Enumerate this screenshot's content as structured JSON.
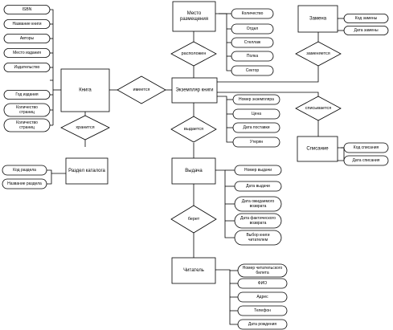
{
  "entities": {
    "kniga": "Книга",
    "mesto": [
      "Место",
      "размещения"
    ],
    "ekzemplyar": "Экземпляр книги",
    "zamena": "Замена",
    "razdel": "Раздел каталога",
    "spisanie": "Списание",
    "vydacha": "Выдача",
    "chitatel": "Читатель"
  },
  "relationships": {
    "imeetsya": "имеется",
    "hranitsya": "хранится",
    "raspolozhen": "расположен",
    "zamenyaetsya": "заменяется",
    "vydaetsya": "выдается",
    "spisyvaetsya": "списывается",
    "beret": "берет"
  },
  "attributes": {
    "kniga": [
      "ISBN",
      "Название книги",
      "Авторы",
      "Место издания",
      "Издательство",
      "Год издания",
      [
        "Количество",
        "страниц"
      ],
      [
        "Количество",
        "страниц"
      ]
    ],
    "mesto": [
      "Количество",
      "Отдел",
      "Стеллаж",
      "Полка",
      "Сектор"
    ],
    "zamena": [
      "Код замены",
      "Дата замены"
    ],
    "ekzemplyar": [
      "Номер экземпляра",
      "Цена",
      "Дата поставки",
      "Утерян"
    ],
    "razdel": [
      "Код раздела",
      "Название раздела"
    ],
    "spisanie": [
      "Код списания",
      "Дата списания"
    ],
    "vydacha": [
      "Номер выдачи",
      "Дата выдачи",
      [
        "Дата ожидаемого",
        "возврата"
      ],
      [
        "Дата фактического",
        "возврата"
      ],
      [
        "Выбор книги",
        "читателем"
      ]
    ],
    "chitatel": [
      [
        "Номер читательского",
        "билета"
      ],
      "ФИО",
      "Адрес",
      "Телефон",
      "Дата рождения"
    ]
  }
}
